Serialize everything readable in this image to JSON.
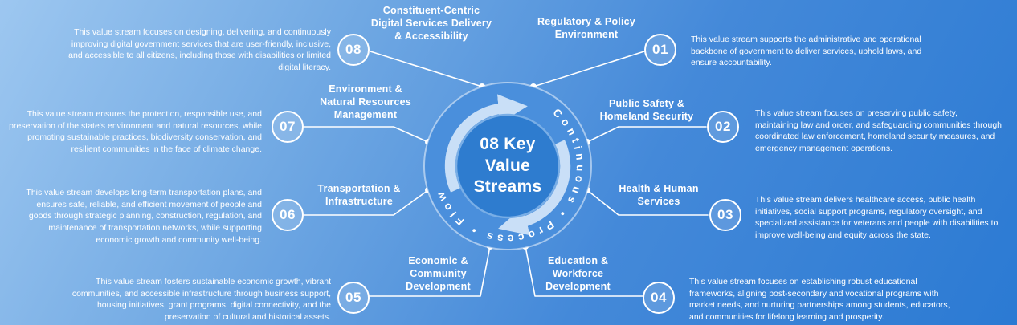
{
  "diagram": {
    "center": {
      "title": "08 Key\nValue\nStreams",
      "ring_text": "Continuous   •   Process   •   Flow"
    },
    "streams": [
      {
        "number": "01",
        "title": "Regulatory & Policy\nEnvironment",
        "description": "This value stream supports the administrative and operational backbone of government to deliver services, uphold laws, and ensure accountability."
      },
      {
        "number": "02",
        "title": "Public Safety &\nHomeland Security",
        "description": "This value stream focuses on preserving public safety, maintaining law and order, and safeguarding communities through coordinated law enforcement, homeland security measures, and emergency management operations."
      },
      {
        "number": "03",
        "title": "Health & Human\nServices",
        "description": "This value stream delivers healthcare access, public health initiatives, social support programs, regulatory oversight, and specialized assistance for veterans and people with disabilities to improve well-being and equity across the state."
      },
      {
        "number": "04",
        "title": "Education &\nWorkforce\nDevelopment",
        "description": "This value stream focuses on establishing robust educational frameworks, aligning post-secondary and vocational programs with market needs, and nurturing partnerships among students, educators, and communities for lifelong learning and prosperity."
      },
      {
        "number": "05",
        "title": "Economic &\nCommunity\nDevelopment",
        "description": "This value stream fosters sustainable economic growth, vibrant communities, and accessible infrastructure through business support, housing initiatives, grant programs, digital connectivity, and the preservation of cultural and historical assets."
      },
      {
        "number": "06",
        "title": "Transportation &\nInfrastructure",
        "description": "This value stream develops long-term transportation plans, and ensures safe, reliable, and efficient movement of people and goods through strategic planning, construction, regulation, and maintenance of transportation networks, while supporting economic growth and community well-being."
      },
      {
        "number": "07",
        "title": "Environment &\nNatural Resources\nManagement",
        "description": "This value stream ensures the protection, responsible use, and preservation of the state's environment and natural resources, while promoting sustainable practices, biodiversity conservation, and resilient communities in the face of climate change."
      },
      {
        "number": "08",
        "title": "Constituent-Centric\nDigital Services Delivery\n& Accessibility",
        "description": "This value stream focuses on designing, delivering, and continuously improving digital government services that are user-friendly, inclusive, and accessible to all citizens, including those with disabilities or limited digital literacy."
      }
    ]
  },
  "colors": {
    "background_light": "#9dc7f0",
    "background_dark": "#2b7ad3",
    "badge_disk": "#4a8fdc",
    "badge_inner": "#2e7ccf",
    "arrow": "#c9dff7",
    "text": "#ffffff"
  }
}
